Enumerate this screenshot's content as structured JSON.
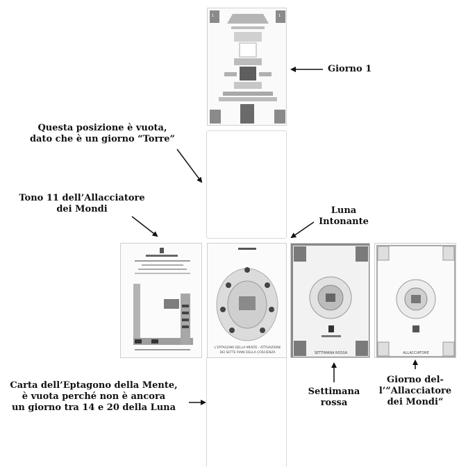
{
  "labels": {
    "giorno1": "Giorno 1",
    "posizione_vuota_1": "Questa posizione è vuota,",
    "posizione_vuota_2": "dato che è un giorno “Torre”",
    "tono_1": "Tono 11 dell’Allacciatore",
    "tono_2": "dei Mondi",
    "luna_1": "Luna",
    "luna_2": "Intonante",
    "carta_1": "Carta dell’Eptagono della Mente,",
    "carta_2": "è vuota perché non è ancora",
    "carta_3": "un giorno tra 14 e 20 della Luna",
    "settimana_1": "Settimana",
    "settimana_2": "rossa",
    "giornodel_1": "Giorno del-",
    "giornodel_2": "l’”Allacciatore",
    "giornodel_3": "dei Mondi”"
  },
  "card_texts": {
    "tower_corner_tl": "1",
    "tower_corner_tr": "1",
    "center_caption_1": "L’EPTAGONO DELLA MENTE - ATTIVAZIONE",
    "center_caption_2": "DEI SETTE PIANI DELLA COSCIENZA",
    "moon_bottom_caption": "SETTIMANA ROSSA",
    "world_bottom_caption": "ALLACCIATORE"
  },
  "colors": {
    "card_gray": "#9a9a9a",
    "card_dark": "#555555",
    "slot_border": "#d7d7d7"
  }
}
